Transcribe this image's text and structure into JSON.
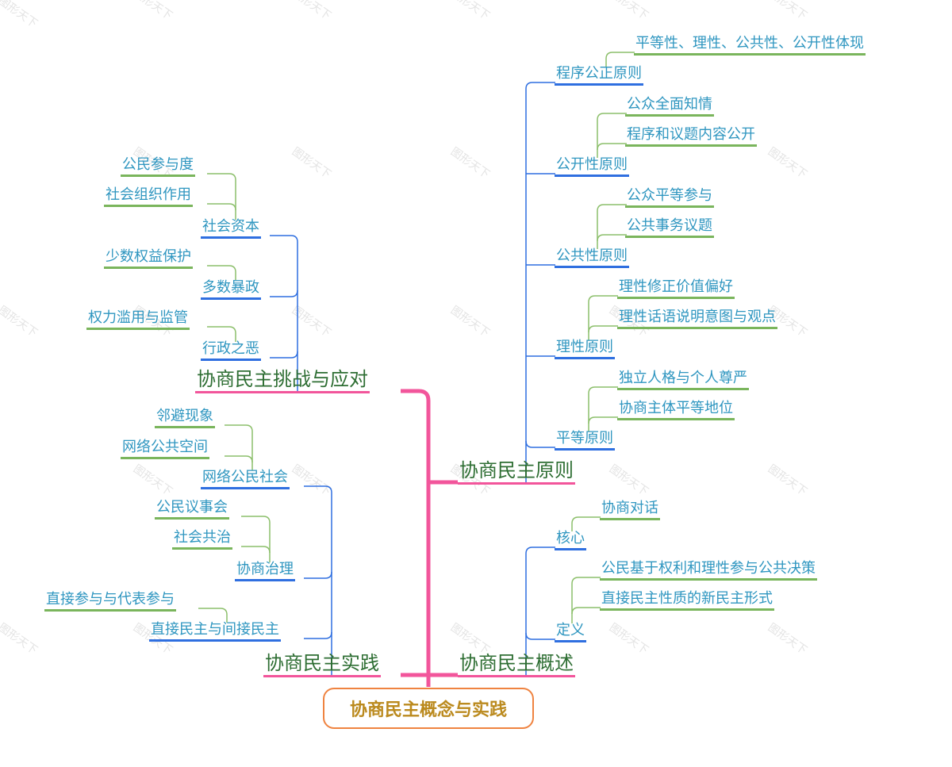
{
  "root": {
    "label": "协商民主概念与实践"
  },
  "watermark": "图形天下",
  "colors": {
    "root_border": "#ef8340",
    "root_text": "#bb8a1e",
    "main_line": "#f2559b",
    "main_text": "#2e6e33",
    "sub_line": "#2f6fe0",
    "leaf_line": "#7ab55c",
    "node_text": "#2f96c0"
  },
  "branches": {
    "principles": {
      "label": "协商民主原则",
      "children": [
        {
          "label": "程序公正原则",
          "children": [
            "平等性、理性、公共性、公开性体现"
          ]
        },
        {
          "label": "公开性原则",
          "children": [
            "公众全面知情",
            "程序和议题内容公开"
          ]
        },
        {
          "label": "公共性原则",
          "children": [
            "公众平等参与",
            "公共事务议题"
          ]
        },
        {
          "label": "理性原则",
          "children": [
            "理性修正价值偏好",
            "理性话语说明意图与观点"
          ]
        },
        {
          "label": "平等原则",
          "children": [
            "独立人格与个人尊严",
            "协商主体平等地位"
          ]
        }
      ]
    },
    "overview": {
      "label": "协商民主概述",
      "children": [
        {
          "label": "核心",
          "children": [
            "协商对话"
          ]
        },
        {
          "label": "定义",
          "children": [
            "公民基于权利和理性参与公共决策",
            "直接民主性质的新民主形式"
          ]
        }
      ]
    },
    "challenges": {
      "label": "协商民主挑战与应对",
      "children": [
        {
          "label": "社会资本",
          "children": [
            "公民参与度",
            "社会组织作用"
          ]
        },
        {
          "label": "多数暴政",
          "children": [
            "少数权益保护"
          ]
        },
        {
          "label": "行政之恶",
          "children": [
            "权力滥用与监管"
          ]
        }
      ]
    },
    "practice": {
      "label": "协商民主实践",
      "children": [
        {
          "label": "网络公民社会",
          "children": [
            "邻避现象",
            "网络公共空间"
          ]
        },
        {
          "label": "协商治理",
          "children": [
            "公民议事会",
            "社会共治"
          ]
        },
        {
          "label": "直接民主与间接民主",
          "children": [
            "直接参与与代表参与"
          ]
        }
      ]
    }
  }
}
